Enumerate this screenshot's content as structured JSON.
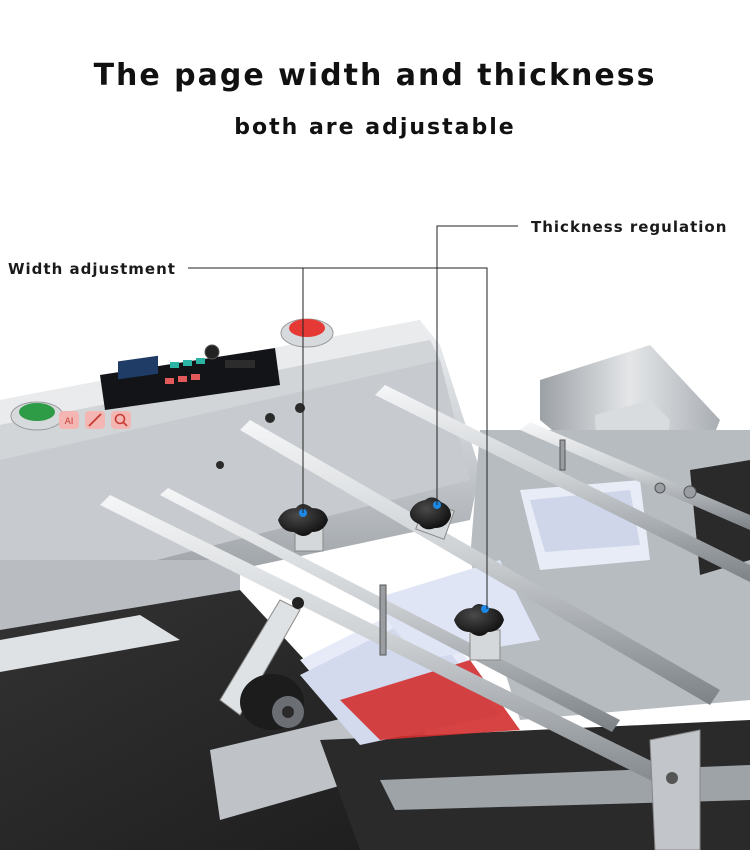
{
  "heading": {
    "title": "The page width and thickness",
    "subtitle": "both are adjustable"
  },
  "callouts": {
    "thickness": "Thickness regulation",
    "width": "Width adjustment"
  },
  "panel": {
    "icons": [
      "AI",
      "magic-wand",
      "search"
    ]
  },
  "colors": {
    "callout_dot": "#1e88e5",
    "start_button": "#2e9b47",
    "stop_button": "#e53935",
    "belt": "#2a2a2a",
    "steel": "#c9ccd0"
  }
}
